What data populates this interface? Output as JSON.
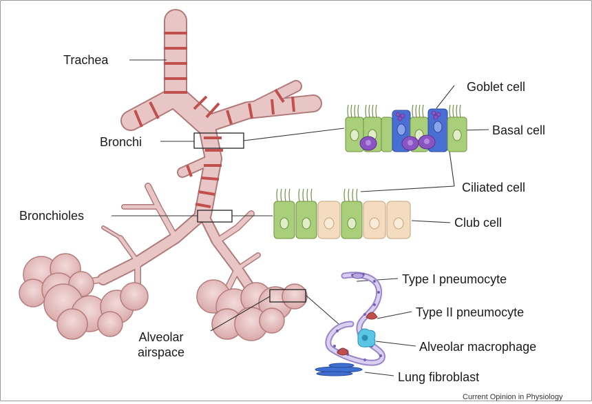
{
  "labels": {
    "trachea": "Trachea",
    "bronchi": "Bronchi",
    "bronchioles": "Bronchioles",
    "alveolar_airspace": "Alveolar\nairspace",
    "goblet_cell": "Goblet cell",
    "basal_cell": "Basal cell",
    "ciliated_cell": "Ciliated cell",
    "club_cell": "Club cell",
    "type1": "Type I pneumocyte",
    "type2": "Type II pneumocyte",
    "macrophage": "Alveolar macrophage",
    "fibroblast": "Lung fibroblast"
  },
  "credit": "Current Opinion in Physiology",
  "colors": {
    "airway": "#e8c4c4",
    "airway_outline": "#a87070",
    "cartilage": "#c0504d",
    "ciliated_green": "#a9cf7a",
    "goblet_blue": "#4a6fd4",
    "basal_purple": "#8a55c0",
    "club_beige": "#f3dcc0",
    "macrophage_cyan": "#5bc5e5",
    "fibroblast_blue": "#3f6fd1"
  }
}
